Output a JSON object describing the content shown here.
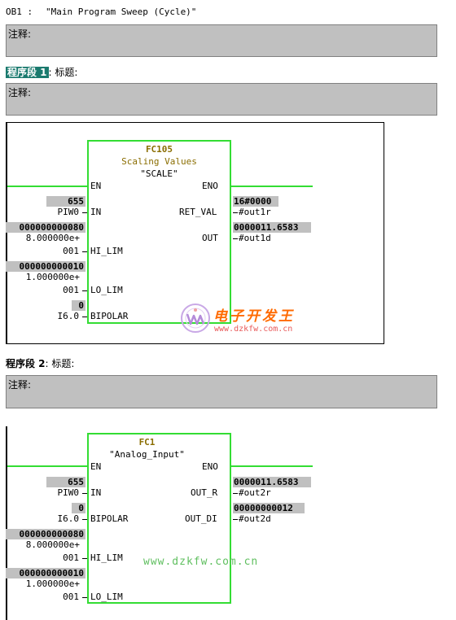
{
  "block_header": {
    "name": "OB1 :",
    "title": "\"Main Program Sweep (Cycle)\""
  },
  "comment_label": "注释:",
  "networks": [
    {
      "header_prefix": "程序段 1",
      "header_suffix": ": 标题:",
      "comment_label": "注释:",
      "block": {
        "number": "FC105",
        "comment": "Scaling Values",
        "symbol": "\"SCALE\"",
        "en": "EN",
        "eno": "ENO"
      },
      "inputs": [
        {
          "actual": "655",
          "operand": "PIW0",
          "pin": "IN"
        },
        {
          "actual": "000000000080",
          "actual2": "8.000000e+",
          "operand": "001",
          "pin": "HI_LIM"
        },
        {
          "actual": "000000000010",
          "actual2": "1.000000e+",
          "operand": "001",
          "pin": "LO_LIM"
        },
        {
          "actual": "0",
          "operand": "I6.0",
          "pin": "BIPOLAR"
        }
      ],
      "outputs": [
        {
          "pin": "RET_VAL",
          "actual": "16#0000",
          "operand": "#out1r"
        },
        {
          "pin": "OUT",
          "actual": "0000011.6583",
          "operand": "#out1d"
        }
      ]
    },
    {
      "header_prefix": "程序段 2",
      "header_suffix": ": 标题:",
      "comment_label": "注释:",
      "block": {
        "number": "FC1",
        "symbol": "\"Analog_Input\"",
        "en": "EN",
        "eno": "ENO"
      },
      "inputs": [
        {
          "actual": "655",
          "operand": "PIW0",
          "pin": "IN"
        },
        {
          "actual": "0",
          "operand": "I6.0",
          "pin": "BIPOLAR"
        },
        {
          "actual": "000000000080",
          "actual2": "8.000000e+",
          "operand": "001",
          "pin": "HI_LIM"
        },
        {
          "actual": "000000000010",
          "actual2": "1.000000e+",
          "operand": "001",
          "pin": "LO_LIM"
        }
      ],
      "outputs": [
        {
          "pin": "OUT_R",
          "actual": "0000011.6583",
          "operand": "#out2r"
        },
        {
          "pin": "OUT_DI",
          "actual": "00000000012",
          "operand": "#out2d"
        }
      ]
    }
  ],
  "watermark": {
    "brand": "电子开发王",
    "url": "www.dzkfw.com.cn",
    "url_big": "www.dzkfw.com.cn"
  },
  "colors": {
    "wire": "#33dd33",
    "comment_bg": "#c0c0c0",
    "block_title": "#8a6d00",
    "selection": "#1a7a6e"
  }
}
